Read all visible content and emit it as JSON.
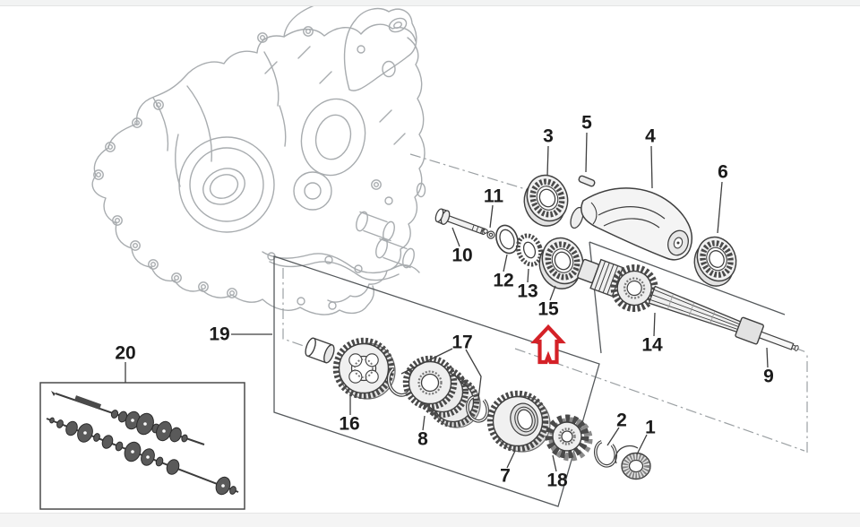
{
  "page": {
    "background": "#ffffff",
    "top_strip_color": "#f2f3f3",
    "bottom_strip_color": "#f4f4f4"
  },
  "diagram": {
    "type": "exploded-parts-diagram",
    "subject": "engine-crankcase-and-gearbox-transmission",
    "accent_color": "#d42127",
    "line_color_dark": "#3c3c3c",
    "line_color_light": "#a8acaf",
    "callouts": [
      {
        "label": "1"
      },
      {
        "label": "2"
      },
      {
        "label": "3"
      },
      {
        "label": "4"
      },
      {
        "label": "5"
      },
      {
        "label": "6"
      },
      {
        "label": "7"
      },
      {
        "label": "8"
      },
      {
        "label": "9"
      },
      {
        "label": "10"
      },
      {
        "label": "11"
      },
      {
        "label": "12"
      },
      {
        "label": "13"
      },
      {
        "label": "14"
      },
      {
        "label": "15"
      },
      {
        "label": "16"
      },
      {
        "label": "17"
      },
      {
        "label": "18"
      },
      {
        "label": "19"
      },
      {
        "label": "20"
      }
    ],
    "highlight": {
      "icon": "up-arrow",
      "color": "#d42127",
      "points_to_label": "15"
    }
  }
}
